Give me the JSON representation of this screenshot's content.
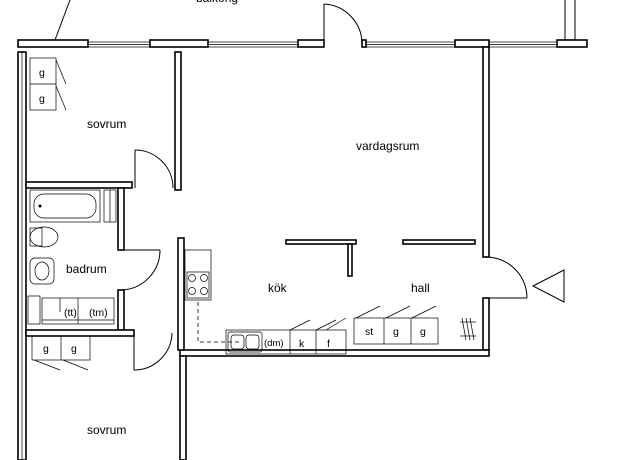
{
  "rooms": {
    "balkong": "balkong",
    "sovrum_top": "sovrum",
    "vardagsrum": "vardagsrum",
    "badrum": "badrum",
    "kok": "kök",
    "hall": "hall",
    "sovrum_bottom": "sovrum"
  },
  "fixtures": {
    "wardrobe_top_1": "g",
    "wardrobe_top_2": "g",
    "wardrobe_bottom_1": "g",
    "wardrobe_bottom_2": "g",
    "laundry_1": "(tt)",
    "laundry_2": "(tm)",
    "dishwasher": "(dm)",
    "fridge": "k",
    "freezer": "f",
    "hall_st": "st",
    "hall_g1": "g",
    "hall_g2": "g"
  },
  "icons": {
    "entrance": "entrance-arrow-icon"
  }
}
